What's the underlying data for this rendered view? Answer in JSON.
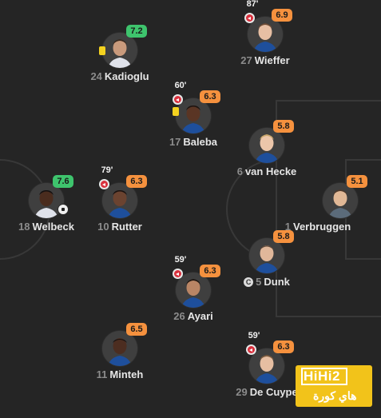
{
  "colors": {
    "background": "#252525",
    "pitch_lines": "#3a3a3a",
    "rating_green": "#3ec46d",
    "rating_orange": "#f5913e",
    "yellow_card": "#f4d21f",
    "sub_red": "#d9303d",
    "watermark_bg": "#f2c31a"
  },
  "players": [
    {
      "number": "24",
      "name": "Kadioglu",
      "rating": "7.2",
      "rating_color": "green",
      "yellow_card": true,
      "sub_minute": null,
      "captain": false,
      "goal": false
    },
    {
      "number": "27",
      "name": "Wieffer",
      "rating": "6.9",
      "rating_color": "orange",
      "yellow_card": false,
      "sub_minute": "87'",
      "captain": false,
      "goal": false
    },
    {
      "number": "17",
      "name": "Baleba",
      "rating": "6.3",
      "rating_color": "orange",
      "yellow_card": true,
      "sub_minute": "60'",
      "captain": false,
      "goal": false
    },
    {
      "number": "6",
      "name": "van Hecke",
      "rating": "5.8",
      "rating_color": "orange",
      "yellow_card": false,
      "sub_minute": null,
      "captain": false,
      "goal": false
    },
    {
      "number": "18",
      "name": "Welbeck",
      "rating": "7.6",
      "rating_color": "green",
      "yellow_card": false,
      "sub_minute": null,
      "captain": false,
      "goal": true
    },
    {
      "number": "10",
      "name": "Rutter",
      "rating": "6.3",
      "rating_color": "orange",
      "yellow_card": false,
      "sub_minute": "79'",
      "captain": false,
      "goal": false
    },
    {
      "number": "1",
      "name": "Verbruggen",
      "rating": "5.1",
      "rating_color": "orange",
      "yellow_card": false,
      "sub_minute": null,
      "captain": false,
      "goal": false
    },
    {
      "number": "5",
      "name": "Dunk",
      "rating": "5.8",
      "rating_color": "orange",
      "yellow_card": false,
      "sub_minute": null,
      "captain": true,
      "goal": false
    },
    {
      "number": "26",
      "name": "Ayari",
      "rating": "6.3",
      "rating_color": "orange",
      "yellow_card": false,
      "sub_minute": "59'",
      "captain": false,
      "goal": false
    },
    {
      "number": "11",
      "name": "Minteh",
      "rating": "6.5",
      "rating_color": "orange",
      "yellow_card": false,
      "sub_minute": null,
      "captain": false,
      "goal": false
    },
    {
      "number": "29",
      "name": "De Cuype",
      "rating": "6.3",
      "rating_color": "orange",
      "yellow_card": false,
      "sub_minute": "59'",
      "captain": false,
      "goal": false
    }
  ],
  "watermark": {
    "latin": "HiHi2",
    "arabic": "هاي كورة"
  }
}
